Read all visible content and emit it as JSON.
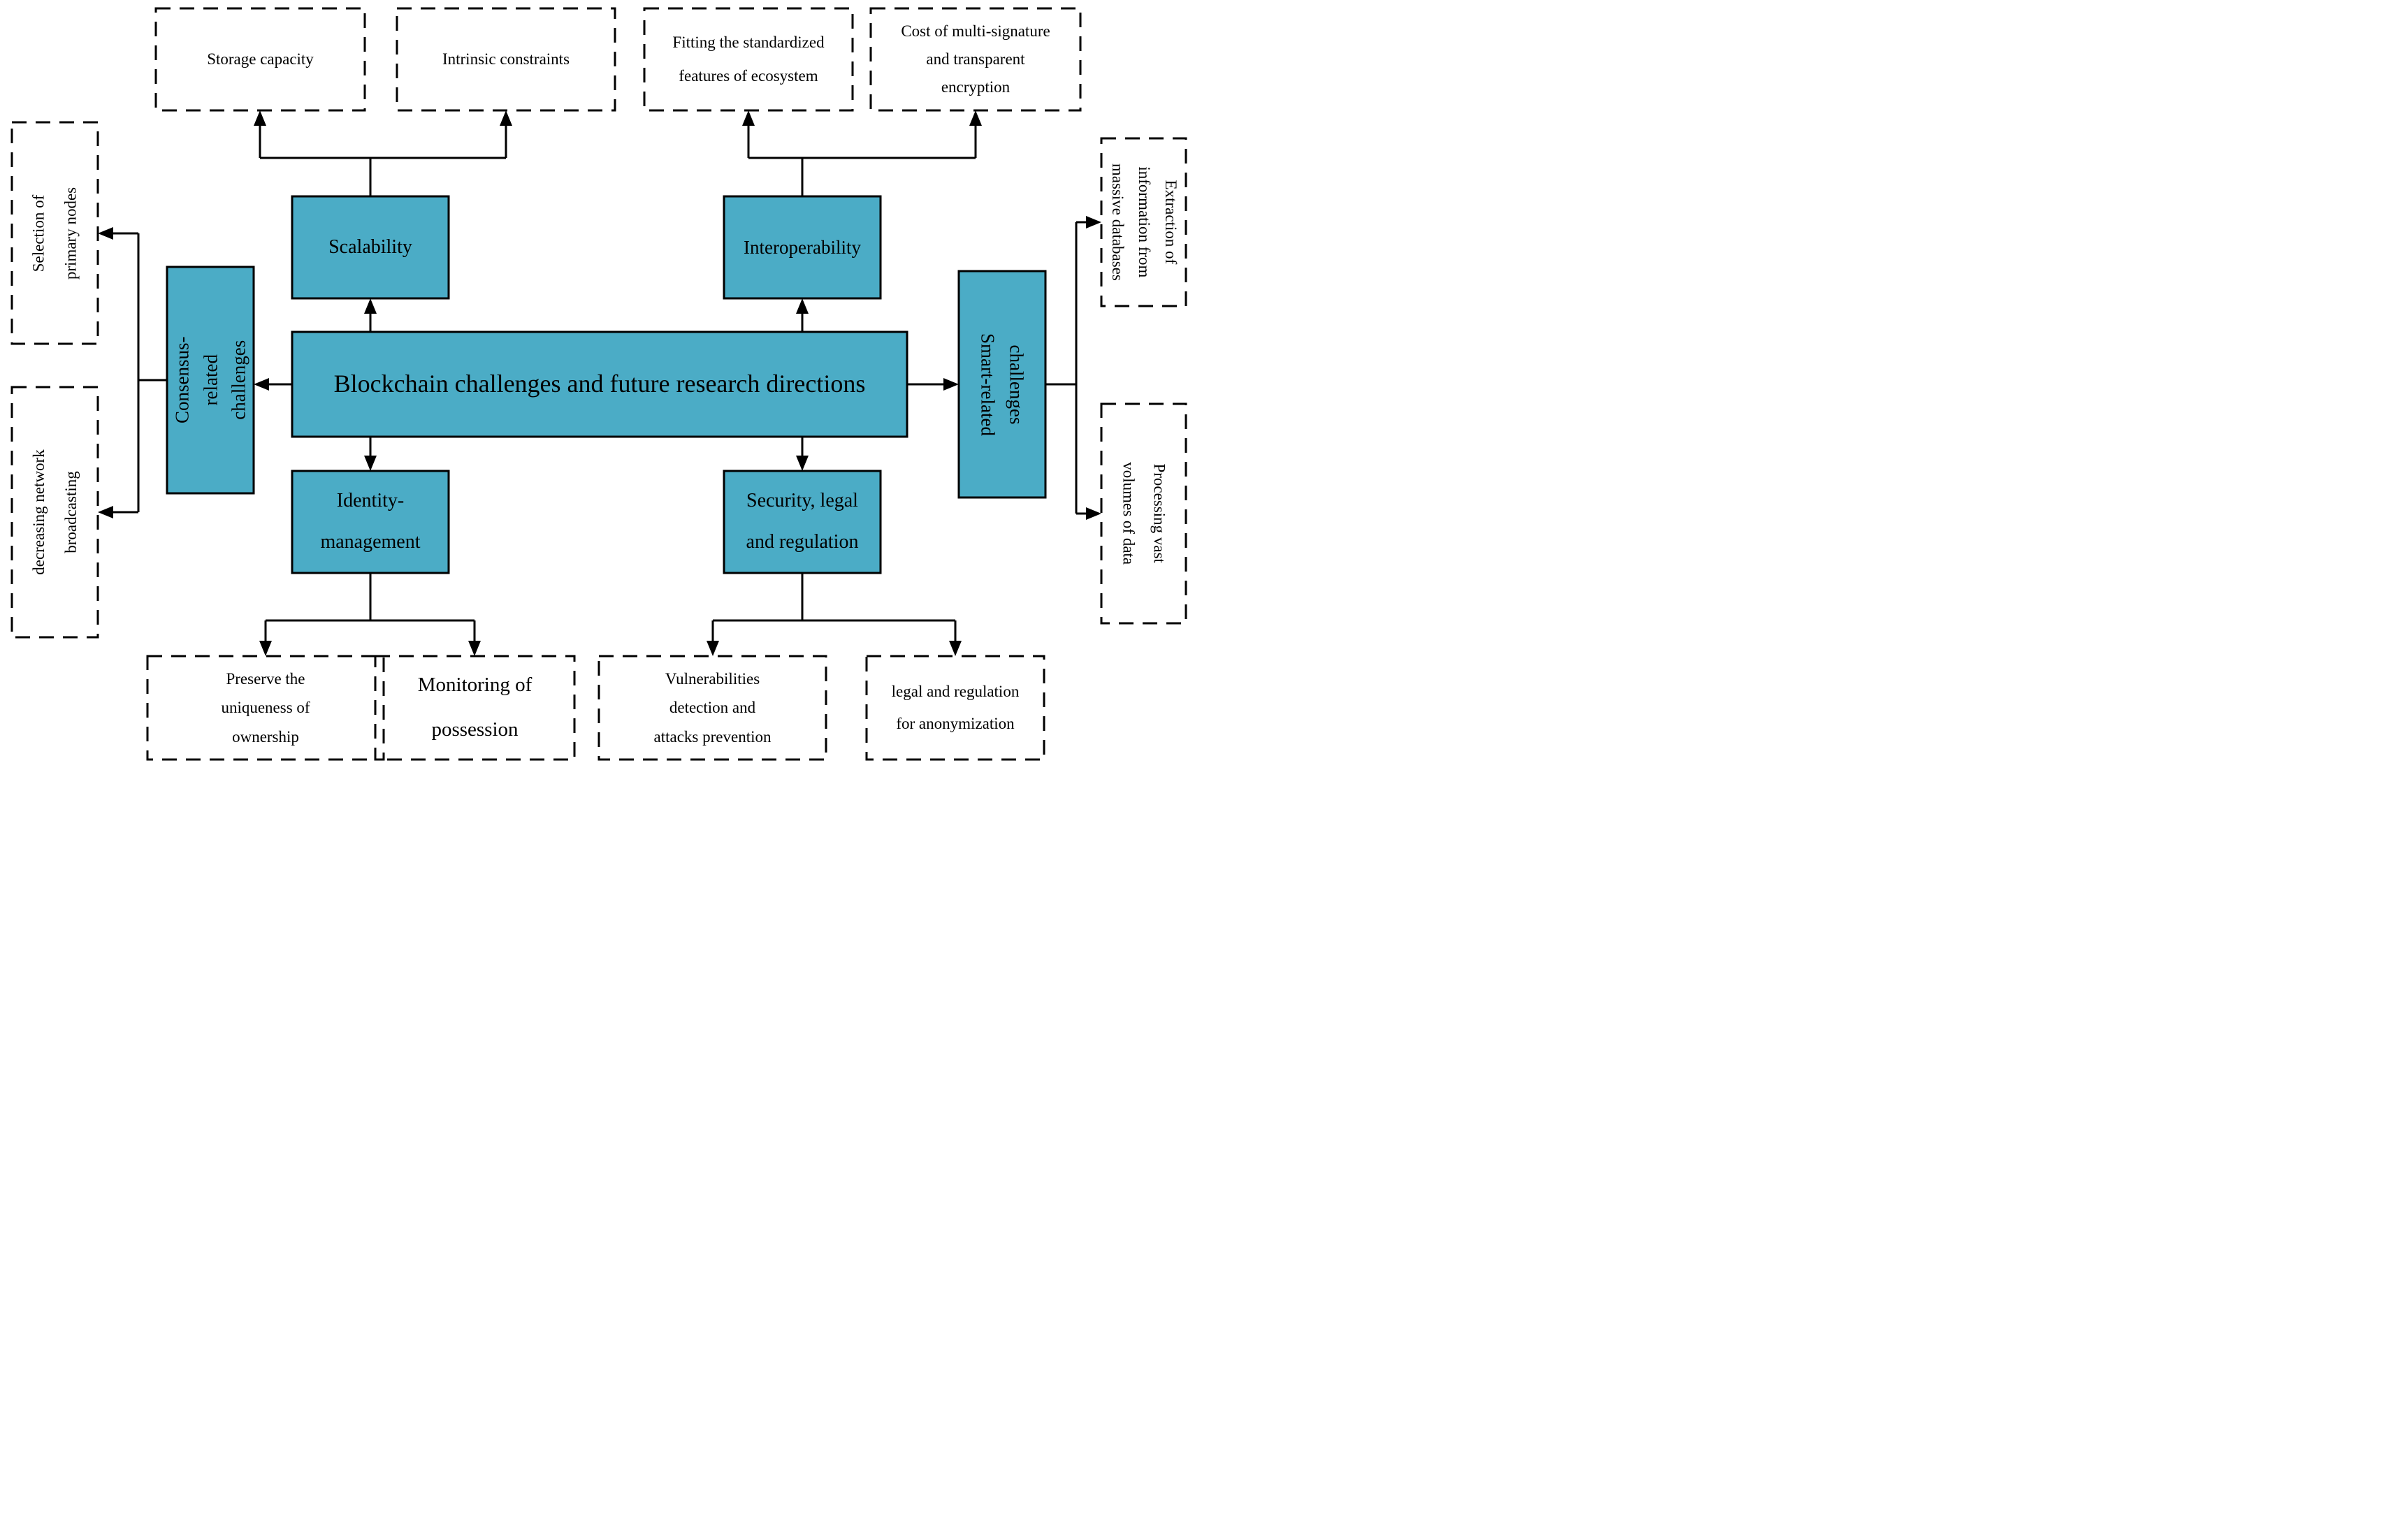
{
  "colors": {
    "box_fill": "#4BACC6",
    "stroke": "#000000",
    "background": "#FFFFFF"
  },
  "nodes": {
    "central": {
      "lines": [
        "Blockchain challenges and future research directions"
      ]
    },
    "scalability": {
      "lines": [
        "Scalability"
      ]
    },
    "interoperability": {
      "lines": [
        "Interoperability"
      ]
    },
    "identity": {
      "lines": [
        "Identity-",
        "management"
      ]
    },
    "security": {
      "lines": [
        "Security, legal",
        "and regulation"
      ]
    },
    "consensus": {
      "lines": [
        "Consensus-",
        "related",
        "challenges"
      ]
    },
    "smart": {
      "lines": [
        "Smart-related",
        "challenges"
      ]
    },
    "storage": {
      "lines": [
        "Storage capacity"
      ]
    },
    "intrinsic": {
      "lines": [
        "Intrinsic constraints"
      ]
    },
    "fitting": {
      "lines": [
        "Fitting the standardized",
        "features of ecosystem"
      ]
    },
    "cost": {
      "lines": [
        "Cost of multi-signature",
        "and transparent",
        "encryption"
      ]
    },
    "selection": {
      "lines": [
        "Selection of",
        "primary nodes"
      ]
    },
    "decreasing": {
      "lines": [
        "decreasing network",
        "broadcasting"
      ]
    },
    "extraction": {
      "lines": [
        "Extraction of",
        "information from",
        "massive databases"
      ]
    },
    "processing": {
      "lines": [
        "Processing vast",
        "volumes of data"
      ]
    },
    "preserve": {
      "lines": [
        "Preserve the",
        "uniqueness of",
        "ownership"
      ]
    },
    "monitoring": {
      "lines": [
        "Monitoring of",
        "possession"
      ]
    },
    "vulnerabilities": {
      "lines": [
        "Vulnerabilities",
        "detection and",
        "attacks prevention"
      ]
    },
    "legal": {
      "lines": [
        "legal and regulation",
        "for anonymization"
      ]
    }
  }
}
